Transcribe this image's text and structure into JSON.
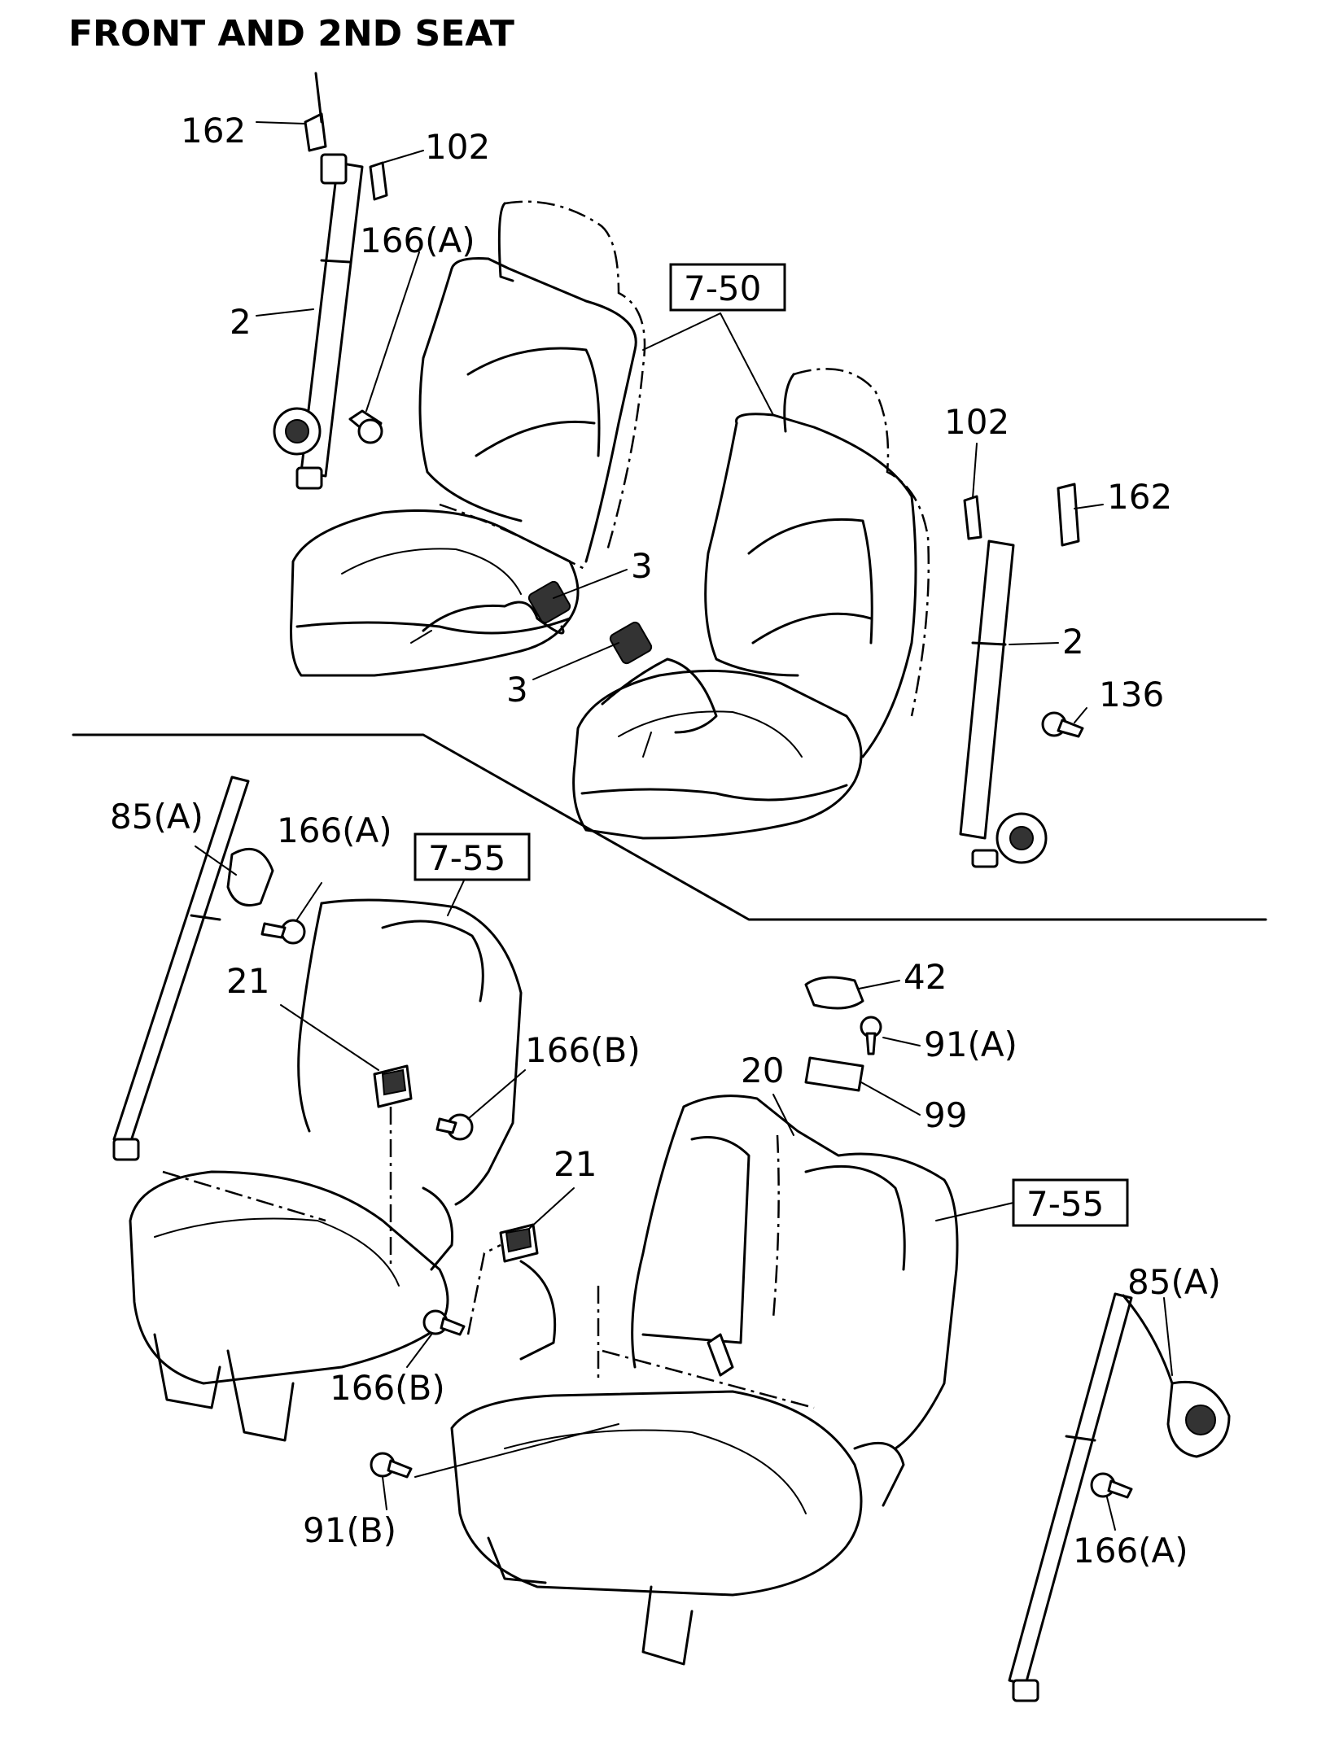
{
  "title": "FRONT AND 2ND SEAT",
  "refs": {
    "front_seat": "7-50",
    "second_seat_left": "7-55",
    "second_seat_right": "7-55"
  },
  "callouts": {
    "c162_left": "162",
    "c102_left": "102",
    "c166a_top": "166(A)",
    "c2_left": "2",
    "c3_a": "3",
    "c3_b": "3",
    "c102_right": "102",
    "c162_right": "162",
    "c2_right": "2",
    "c136": "136",
    "c85a_left": "85(A)",
    "c166a_mid": "166(A)",
    "c21_a": "21",
    "c166b_a": "166(B)",
    "c42": "42",
    "c91a": "91(A)",
    "c20": "20",
    "c99": "99",
    "c21_b": "21",
    "c166b_b": "166(B)",
    "c91b": "91(B)",
    "c85a_right": "85(A)",
    "c166a_bottom": "166(A)"
  }
}
